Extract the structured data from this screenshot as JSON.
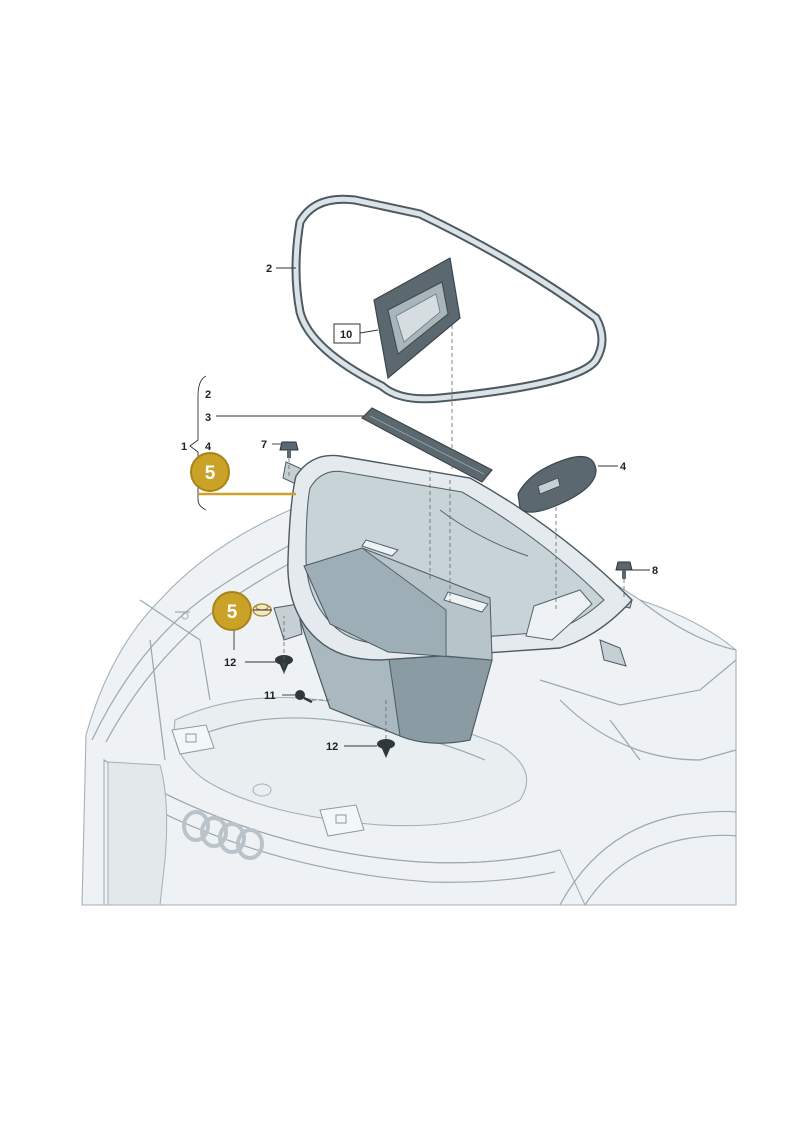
{
  "callouts": {
    "c1": "1",
    "c2_top": "2",
    "c2_list": "2",
    "c3": "3",
    "c4_list": "4",
    "c4_right": "4",
    "c7": "7",
    "c8": "8",
    "c10": "10",
    "c11": "11",
    "c12_left": "12",
    "c12_bottom": "12"
  },
  "highlights": {
    "h5_a": "5",
    "h5_b": "5"
  },
  "colors": {
    "highlight_gold": "#c9a227",
    "highlight_ring": "#a8841a",
    "part_dark": "#4c5a61",
    "car_fill": "#eef2f4"
  }
}
